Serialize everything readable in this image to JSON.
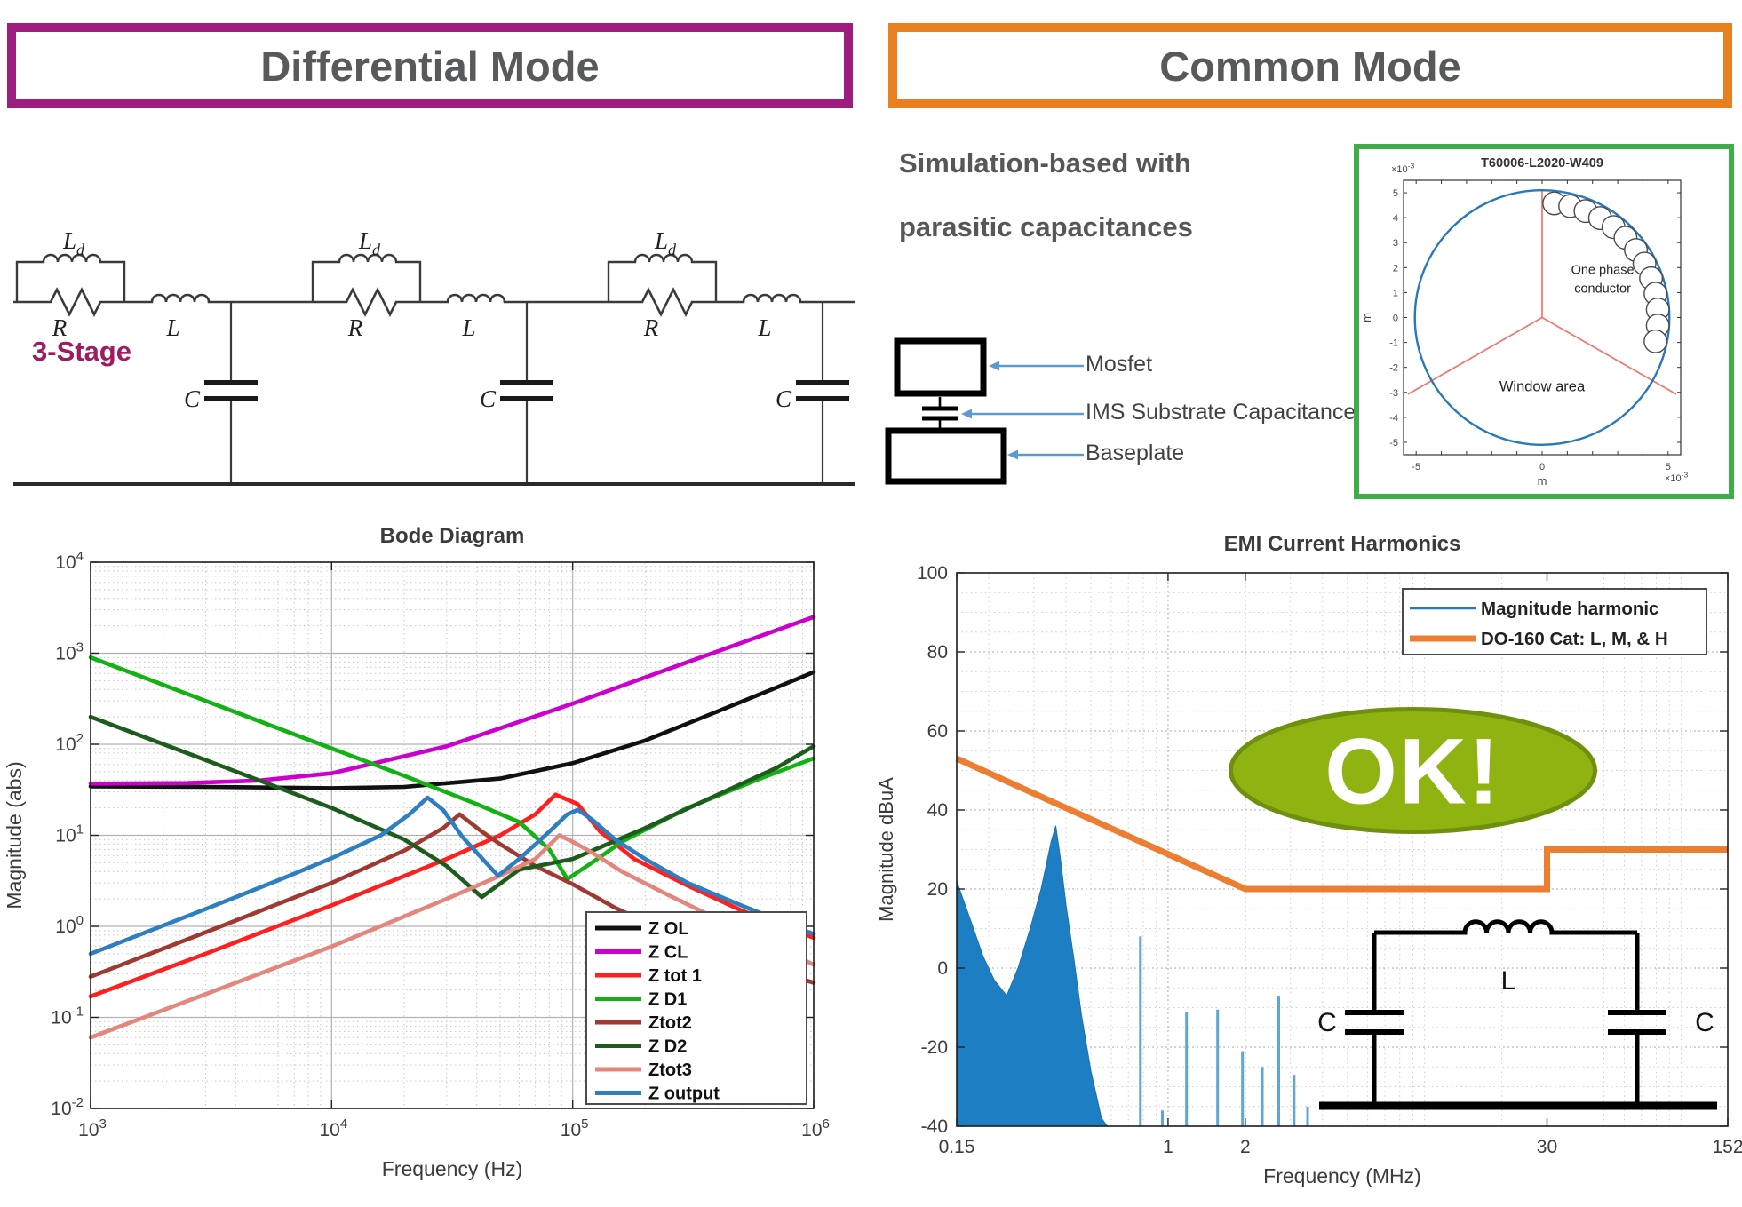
{
  "headers": {
    "left": "Differential Mode",
    "right": "Common Mode"
  },
  "left_panel": {
    "stage_label": "3-Stage",
    "circuit_labels": {
      "damping_inductor_base": "L",
      "damping_inductor_sub": "d",
      "resistor": "R",
      "inductor": "L",
      "capacitor": "C"
    },
    "stages": 3
  },
  "right_panel": {
    "sim_line1": "Simulation-based with",
    "sim_line2": "parasitic capacitances",
    "stack_labels": {
      "mosfet": "Mosfet",
      "substrate": "IMS Substrate Capacitance",
      "baseplate": "Baseplate"
    }
  },
  "colors": {
    "differential_border": "#9d1c7d",
    "common_border": "#e8801f",
    "header_text": "#58595b",
    "stage_label": "#9e1b61",
    "sim_text": "#575757",
    "green_box_border": "#3fae49",
    "callout_arrow": "#5b9bd5",
    "ok_fill": "#8fb412",
    "ok_border": "#6f8f0e",
    "do160_orange": "#ed7d31",
    "harmonic_blue": "#1e7ec3",
    "harmonic_spike_blue": "#5ea7d4"
  },
  "chart_data": [
    {
      "id": "bode",
      "type": "line",
      "title": "Bode Diagram",
      "xlabel": "Frequency  (Hz)",
      "ylabel": "Magnitude (abs)",
      "x_scale": "log",
      "y_scale": "log",
      "xlim": [
        1000,
        1000000
      ],
      "ylim": [
        0.01,
        10000
      ],
      "x_tick_exponents": [
        3,
        4,
        5,
        6
      ],
      "y_tick_exponents": [
        4,
        3,
        2,
        1,
        0,
        -1,
        -2
      ],
      "grid": true,
      "legend_position": "lower-right",
      "series": [
        {
          "name": "Z OL",
          "color": "#111111",
          "points": [
            [
              1000,
              34.5
            ],
            [
              3000,
              34
            ],
            [
              10000,
              33
            ],
            [
              20000,
              34
            ],
            [
              50000,
              42
            ],
            [
              100000,
              62
            ],
            [
              200000,
              110
            ],
            [
              400000,
              230
            ],
            [
              700000,
              420
            ],
            [
              1000000,
              620
            ]
          ]
        },
        {
          "name": "Z CL",
          "color": "#cc00cc",
          "points": [
            [
              1000,
              37
            ],
            [
              2500,
              37.5
            ],
            [
              5000,
              40
            ],
            [
              10000,
              48
            ],
            [
              30000,
              95
            ],
            [
              100000,
              280
            ],
            [
              300000,
              800
            ],
            [
              1000000,
              2500
            ]
          ]
        },
        {
          "name": "Z tot 1",
          "color": "#ff1f1f",
          "points": [
            [
              1000,
              0.17
            ],
            [
              3000,
              0.5
            ],
            [
              10000,
              1.7
            ],
            [
              30000,
              5.5
            ],
            [
              50000,
              10
            ],
            [
              70000,
              17
            ],
            [
              85000,
              28
            ],
            [
              105000,
              22
            ],
            [
              130000,
              11
            ],
            [
              180000,
              5.5
            ],
            [
              300000,
              2.8
            ],
            [
              500000,
              1.5
            ],
            [
              1000000,
              0.75
            ]
          ]
        },
        {
          "name": "Z D1",
          "color": "#12b212",
          "points": [
            [
              1000,
              900
            ],
            [
              3000,
              300
            ],
            [
              10000,
              90
            ],
            [
              20000,
              45
            ],
            [
              40000,
              22
            ],
            [
              60000,
              14
            ],
            [
              80000,
              7
            ],
            [
              95000,
              3.3
            ],
            [
              120000,
              5
            ],
            [
              160000,
              8.5
            ],
            [
              300000,
              20
            ],
            [
              600000,
              42
            ],
            [
              1000000,
              70
            ]
          ]
        },
        {
          "name": "Ztot2",
          "color": "#9e3a32",
          "points": [
            [
              1000,
              0.28
            ],
            [
              3000,
              0.86
            ],
            [
              10000,
              3
            ],
            [
              20000,
              6.8
            ],
            [
              29000,
              12
            ],
            [
              34000,
              17
            ],
            [
              42000,
              11
            ],
            [
              50000,
              8
            ],
            [
              70000,
              4.6
            ],
            [
              100000,
              2.9
            ],
            [
              150000,
              1.6
            ],
            [
              250000,
              0.85
            ],
            [
              400000,
              0.5
            ],
            [
              700000,
              0.32
            ],
            [
              1000000,
              0.24
            ]
          ]
        },
        {
          "name": "Z D2",
          "color": "#1e5c1e",
          "points": [
            [
              1000,
              200
            ],
            [
              3000,
              67
            ],
            [
              10000,
              20
            ],
            [
              20000,
              9
            ],
            [
              30000,
              4.6
            ],
            [
              42000,
              2.1
            ],
            [
              60000,
              4.2
            ],
            [
              100000,
              5.5
            ],
            [
              200000,
              12
            ],
            [
              400000,
              28
            ],
            [
              700000,
              55
            ],
            [
              1000000,
              95
            ]
          ]
        },
        {
          "name": "Ztot3",
          "color": "#e4867c",
          "points": [
            [
              1000,
              0.06
            ],
            [
              3000,
              0.18
            ],
            [
              10000,
              0.6
            ],
            [
              30000,
              2
            ],
            [
              50000,
              3.6
            ],
            [
              70000,
              5.5
            ],
            [
              88000,
              10
            ],
            [
              100000,
              8.5
            ],
            [
              120000,
              6.5
            ],
            [
              160000,
              4
            ],
            [
              250000,
              2.2
            ],
            [
              500000,
              0.9
            ],
            [
              1000000,
              0.38
            ]
          ]
        },
        {
          "name": "Z output",
          "color": "#2e7fc2",
          "points": [
            [
              1000,
              0.5
            ],
            [
              3000,
              1.55
            ],
            [
              6000,
              3.2
            ],
            [
              10000,
              5.6
            ],
            [
              16000,
              10
            ],
            [
              21000,
              17
            ],
            [
              25000,
              26
            ],
            [
              29000,
              19
            ],
            [
              35000,
              9.5
            ],
            [
              49000,
              3.6
            ],
            [
              60000,
              5.5
            ],
            [
              80000,
              11
            ],
            [
              95000,
              17
            ],
            [
              105000,
              19
            ],
            [
              120000,
              15
            ],
            [
              150000,
              9
            ],
            [
              200000,
              5.5
            ],
            [
              300000,
              3
            ],
            [
              500000,
              1.7
            ],
            [
              1000000,
              0.82
            ]
          ]
        }
      ]
    },
    {
      "id": "emi",
      "type": "line",
      "title": "EMI Current Harmonics",
      "xlabel": "Frequency (MHz)",
      "ylabel": "Magnitude dBuA",
      "x_scale": "log",
      "y_scale": "linear",
      "xlim": [
        0.15,
        152
      ],
      "ylim": [
        -40,
        100
      ],
      "x_ticks": [
        0.15,
        1,
        2,
        30,
        152
      ],
      "y_ticks": [
        100,
        80,
        60,
        40,
        20,
        0,
        -20,
        -40
      ],
      "legend": [
        {
          "label": "Magnitude harmonic",
          "color": "#2878bd",
          "width": 2.5
        },
        {
          "label": "DO-160 Cat: L, M, & H",
          "color": "#ed7d31",
          "width": 7
        }
      ],
      "noise_envelope_points": [
        [
          0.15,
          22
        ],
        [
          0.17,
          12
        ],
        [
          0.19,
          3
        ],
        [
          0.21,
          -3
        ],
        [
          0.235,
          -7
        ],
        [
          0.26,
          0
        ],
        [
          0.29,
          10
        ],
        [
          0.32,
          20
        ],
        [
          0.35,
          32
        ],
        [
          0.365,
          36
        ],
        [
          0.38,
          28
        ],
        [
          0.4,
          16
        ],
        [
          0.43,
          2
        ],
        [
          0.46,
          -12
        ],
        [
          0.5,
          -26
        ],
        [
          0.55,
          -38
        ],
        [
          0.58,
          -40
        ]
      ],
      "harmonic_spikes": [
        [
          0.78,
          8
        ],
        [
          0.95,
          -36
        ],
        [
          1.18,
          -11
        ],
        [
          1.56,
          -10.5
        ],
        [
          1.95,
          -21
        ],
        [
          2.33,
          -25
        ],
        [
          2.7,
          -7
        ],
        [
          3.1,
          -27
        ],
        [
          3.5,
          -35
        ]
      ],
      "do160_limit_points": [
        [
          0.15,
          53
        ],
        [
          2,
          20
        ],
        [
          30,
          20
        ],
        [
          30,
          30
        ],
        [
          152,
          30
        ]
      ],
      "annotation": {
        "label": "OK!",
        "center": [
          9,
          50
        ],
        "fill": "#8fb412",
        "border": "#6f8f0e",
        "text_color": "#ffffff"
      },
      "inset_circuit_labels": {
        "left_cap": "C",
        "inductor": "L",
        "right_cap": "C"
      }
    },
    {
      "id": "core_window",
      "type": "diagram",
      "title": "T60006-L2020-W409",
      "xlabel": "m",
      "ylabel": "m",
      "axis_multiplier_base": "×10",
      "axis_multiplier_exp": "-3",
      "xlim": [
        -5.5,
        5.5
      ],
      "ylim": [
        -5.5,
        5.5
      ],
      "x_ticks": [
        -5,
        0,
        5
      ],
      "y_ticks": [
        -5,
        -4,
        -3,
        -2,
        -1,
        0,
        1,
        2,
        3,
        4,
        5
      ],
      "core_circle": {
        "radius": 5.1,
        "color": "#2878bd"
      },
      "phase_boundary_angles_deg": [
        90,
        210,
        330
      ],
      "phase_boundary_color": "#f4736b",
      "conductor_turns": {
        "count": 13,
        "turn_radius": 0.45,
        "ring_radius": 4.6,
        "start_angle_deg": 84,
        "step_deg": -8,
        "color": "#4a4a4a"
      },
      "labels": {
        "conductor_line1": "One phase",
        "conductor_line2": "conductor",
        "window": "Window area"
      }
    }
  ]
}
